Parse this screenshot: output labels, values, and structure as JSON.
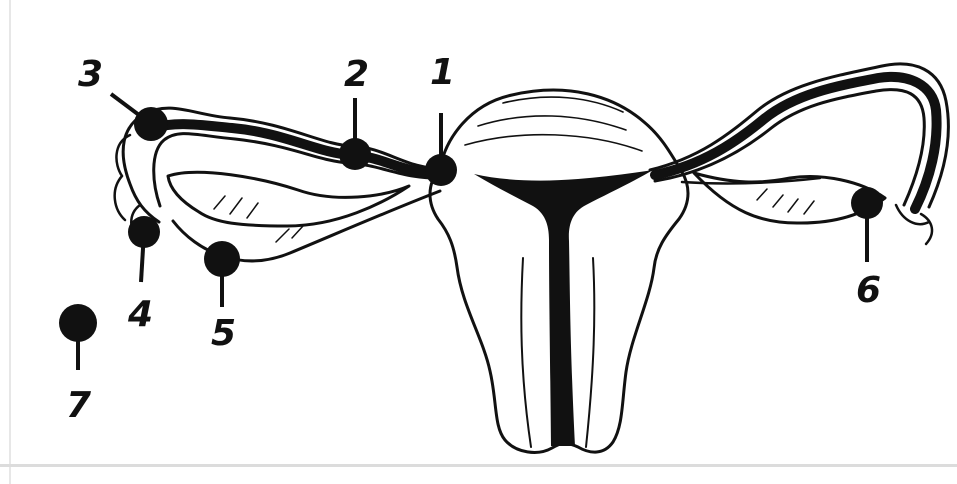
{
  "colors": {
    "background": "#ffffff",
    "line": "#111111",
    "marker": "#111111",
    "frame": "#e7e7e7"
  },
  "labels": [
    "1",
    "2",
    "3",
    "4",
    "5",
    "6",
    "7"
  ]
}
